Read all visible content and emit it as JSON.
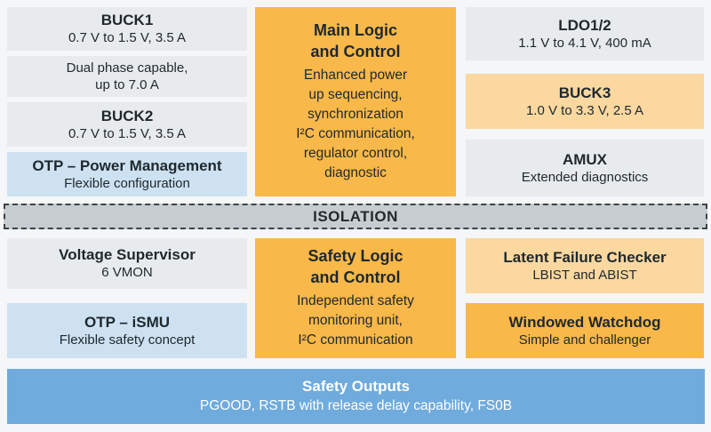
{
  "colors": {
    "page_bg": "#F4F6F7",
    "gray_block": "#E8EBED",
    "blue_block": "#CDE1F1",
    "orange_block": "#F8B84A",
    "light_orange_block": "#FAD8A0",
    "isolation_fill": "#C7CCD0",
    "isolation_border": "#3B4347",
    "safety_bar_blue": "#6FABDD",
    "text_dark": "#1F282D",
    "text_light": "#FFFFFF"
  },
  "blocks": {
    "buck1": {
      "title": "BUCK1",
      "body": "0.7 V to 1.5 V, 3.5 A"
    },
    "dual_phase": {
      "body": "Dual phase capable,\nup to 7.0 A"
    },
    "buck2": {
      "title": "BUCK2",
      "body": "0.7 V to 1.5 V, 3.5 A"
    },
    "otp_power": {
      "title": "OTP – Power Management",
      "body": "Flexible configuration"
    },
    "main_logic": {
      "title": "Main Logic\nand Control",
      "body": "Enhanced power\nup sequencing,\nsynchronization\nI²C communication,\nregulator control,\ndiagnostic"
    },
    "ldo12": {
      "title": "LDO1/2",
      "body": "1.1 V to 4.1 V, 400 mA"
    },
    "buck3": {
      "title": "BUCK3",
      "body": "1.0 V to 3.3 V, 2.5 A"
    },
    "amux": {
      "title": "AMUX",
      "body": "Extended diagnostics"
    },
    "isolation": {
      "title": "ISOLATION"
    },
    "voltage_supervisor": {
      "title": "Voltage Supervisor",
      "body": "6 VMON"
    },
    "otp_ismu": {
      "title": "OTP – iSMU",
      "body": "Flexible safety concept"
    },
    "safety_logic": {
      "title": "Safety Logic\nand Control",
      "body": "Independent safety\nmonitoring unit,\nI²C communication"
    },
    "latent_failure": {
      "title": "Latent Failure Checker",
      "body": "LBIST and ABIST"
    },
    "windowed_watchdog": {
      "title": "Windowed Watchdog",
      "body": "Simple and challenger"
    },
    "safety_outputs": {
      "title": "Safety Outputs",
      "body": "PGOOD, RSTB with release delay capability, FS0B"
    }
  }
}
